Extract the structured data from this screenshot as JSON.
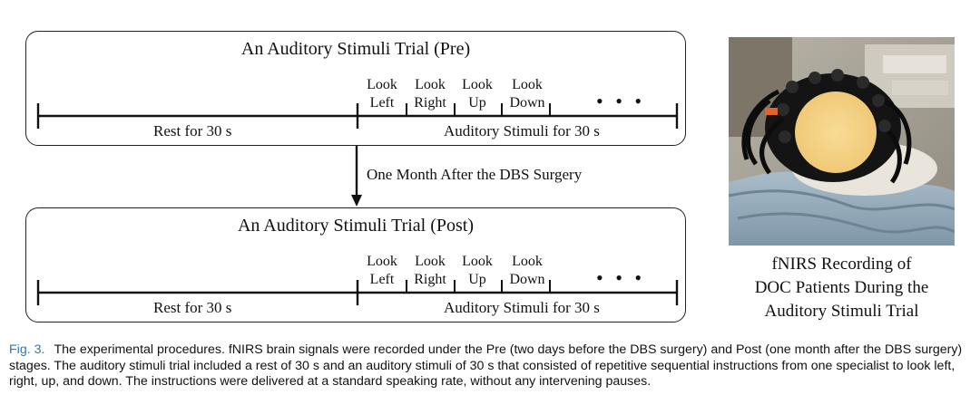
{
  "figure": {
    "pre_panel": {
      "title": "An Auditory Stimuli Trial (Pre)",
      "instructions": [
        {
          "line1": "Look",
          "line2": "Left"
        },
        {
          "line1": "Look",
          "line2": "Right"
        },
        {
          "line1": "Look",
          "line2": "Up"
        },
        {
          "line1": "Look",
          "line2": "Down"
        }
      ],
      "ellipsis": "• • •",
      "rest_label": "Rest for 30 s",
      "stimuli_label": "Auditory Stimuli for 30 s"
    },
    "transition_label": "One Month After the DBS Surgery",
    "post_panel": {
      "title": "An Auditory Stimuli Trial (Post)",
      "instructions": [
        {
          "line1": "Look",
          "line2": "Left"
        },
        {
          "line1": "Look",
          "line2": "Right"
        },
        {
          "line1": "Look",
          "line2": "Up"
        },
        {
          "line1": "Look",
          "line2": "Down"
        }
      ],
      "ellipsis": "• • •",
      "rest_label": "Rest for 30 s",
      "stimuli_label": "Auditory Stimuli for 30 s"
    },
    "photo_caption": {
      "line1": "fNIRS Recording of",
      "line2": "DOC Patients During the",
      "line3": "Auditory Stimuli Trial"
    }
  },
  "caption": {
    "label": "Fig. 3.",
    "text": "The experimental procedures. fNIRS brain signals were recorded under the Pre (two days before the DBS surgery) and Post (one month after the DBS surgery) stages. The auditory stimuli trial included a rest of 30 s and an auditory stimuli of 30 s that consisted of repetitive sequential instructions from one specialist to look left, right, up, and down. The instructions were delivered at a standard speaking rate, without any intervening pauses."
  },
  "colors": {
    "caption_label": "#2a7ab8",
    "line": "#111111",
    "face_blur": "#f6d58a"
  }
}
